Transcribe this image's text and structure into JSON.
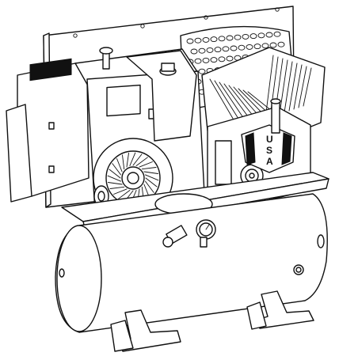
{
  "illustration": {
    "subject": "gas-engine-air-compressor",
    "badge": {
      "letters": [
        "U",
        "S",
        "A"
      ]
    }
  }
}
